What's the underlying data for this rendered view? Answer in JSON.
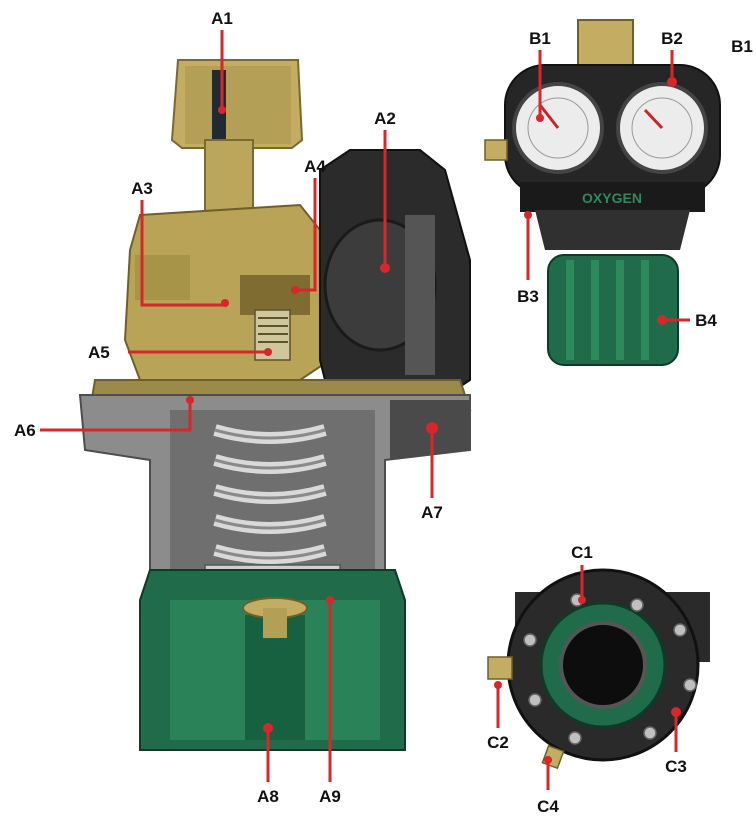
{
  "colors": {
    "leader": "#d8262b",
    "brass": "#c9b46a",
    "brass_dark": "#8c7a3c",
    "gray_body": "#8e8e8e",
    "black_housing": "#2a2a2a",
    "green_knob": "#1f6b4a",
    "label": "#111111"
  },
  "labels": {
    "a1": "A1",
    "a2": "A2",
    "a3": "A3",
    "a4": "A4",
    "a5": "A5",
    "a6": "A6",
    "a7": "A7",
    "a8": "A8",
    "a9": "A9",
    "b1": "B1",
    "b1_right": "B1",
    "b2": "B2",
    "b3": "B3",
    "b4": "B4",
    "c1": "C1",
    "c2": "C2",
    "c3": "C3",
    "c4": "C4"
  },
  "regulator_band_text": "OXYGEN",
  "icons": {
    "cutaway": "regulator-cutaway-illustration",
    "front": "regulator-front-view",
    "bottom": "regulator-bottom-view"
  }
}
